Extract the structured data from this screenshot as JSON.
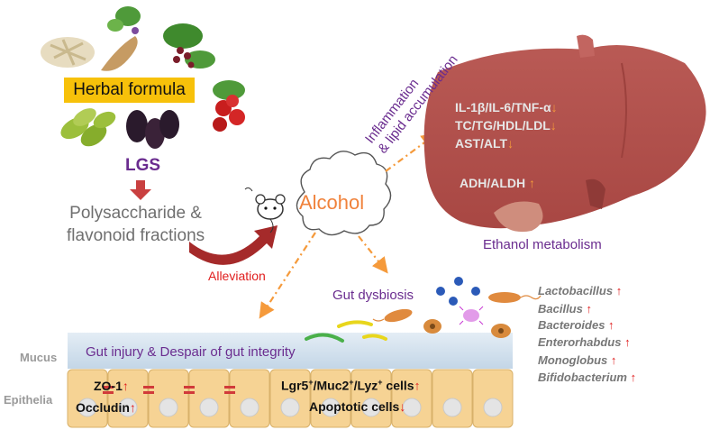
{
  "herbal": {
    "formula_label": "Herbal formula",
    "lgs_label": "LGS",
    "fractions_line1": "Polysaccharide &",
    "fractions_line2": "flavonoid fractions",
    "alleviation_label": "Alleviation"
  },
  "alcohol": {
    "label": "Alcohol"
  },
  "liver": {
    "pathway_line1": "Inflammation",
    "pathway_line2": "& lipid accumulation",
    "markers": [
      {
        "text": "IL-1β/IL-6/TNF-α",
        "arrow": "↓"
      },
      {
        "text": "TC/TG/HDL/LDL",
        "arrow": "↓"
      },
      {
        "text": "AST/ALT",
        "arrow": "↓"
      },
      {
        "text": "ADH/ALDH ",
        "arrow": "↑"
      }
    ],
    "ethanol_label": "Ethanol metabolism"
  },
  "gut": {
    "dysbiosis_label": "Gut dysbiosis",
    "bacteria": [
      {
        "name": "Lactobacillus",
        "arrow": "↑"
      },
      {
        "name": "Bacillus",
        "arrow": "↑"
      },
      {
        "name": "Bacteroides",
        "arrow": "↑"
      },
      {
        "name": "Enterorhabdus",
        "arrow": "↑"
      },
      {
        "name": "Monoglobus",
        "arrow": "↑"
      },
      {
        "name": "Bifidobacterium",
        "arrow": "↑"
      }
    ],
    "mucus_label": "Mucus",
    "epithelia_label": "Epithelia",
    "injury_label": "Gut injury & Despair of gut integrity",
    "zo1": {
      "text": "ZO-1",
      "arrow": "↑"
    },
    "occludin": {
      "text": "Occludin",
      "arrow": "↑"
    },
    "stem": {
      "t1": "Lgr5",
      "s1": "+",
      "t2": "/Muc2",
      "s2": "+",
      "t3": "/Lyz",
      "s3": "+",
      "t4": " cells",
      "arrow": "↑"
    },
    "apoptotic": {
      "text": "Apoptotic cells",
      "arrow": "↓"
    }
  },
  "colors": {
    "accent_purple": "#6a2c8f",
    "up_red": "#e01d1d",
    "orange_arrow": "#f59a3b",
    "liver": "#b2504c",
    "cell_fill": "#f6d394",
    "mucus": "#cfe0ee"
  }
}
